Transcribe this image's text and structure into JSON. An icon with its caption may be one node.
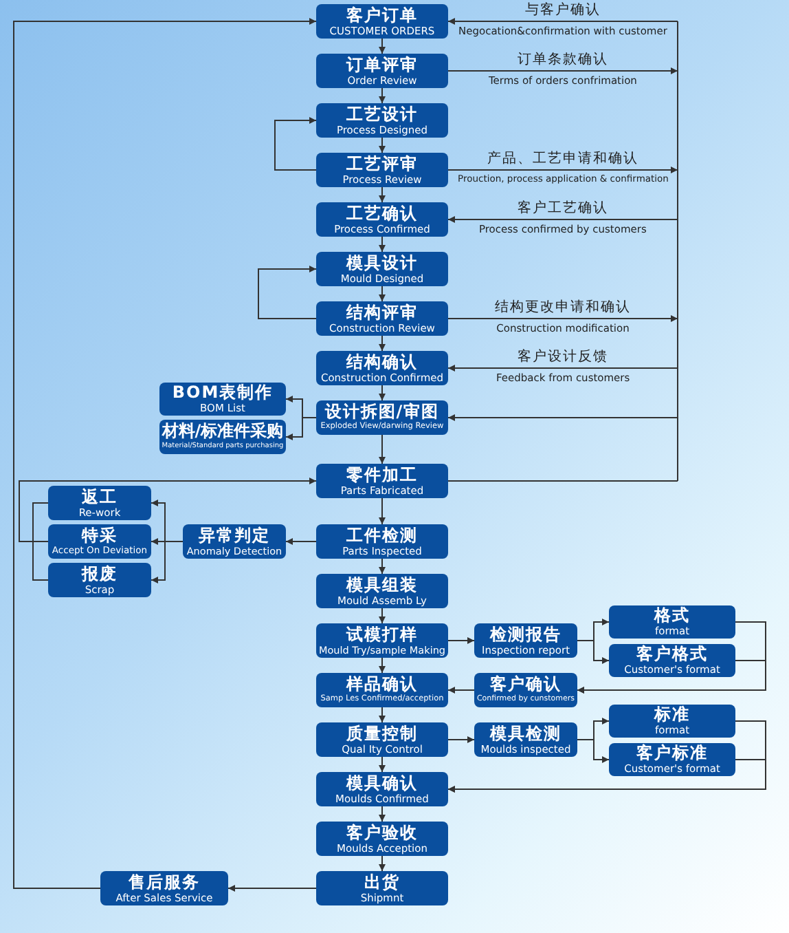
{
  "diagram": {
    "nodes": [
      {
        "text": [
          "客户订单",
          "CUSTOMER ORDERS"
        ]
      },
      {
        "text": [
          "订单评审",
          "Order Review"
        ]
      },
      {
        "text": [
          "工艺设计",
          "Process Designed"
        ]
      },
      {
        "text": [
          "工艺评审",
          "Process Review"
        ]
      },
      {
        "text": [
          "工艺确认",
          "Process Confirmed"
        ]
      },
      {
        "text": [
          "模具设计",
          "Mould Designed"
        ]
      },
      {
        "text": [
          "结构评审",
          "Construction Review"
        ]
      },
      {
        "text": [
          "结构确认",
          "Construction Confirmed"
        ]
      },
      {
        "text": [
          "设计拆图/审图",
          "Exploded View/darwing Review"
        ]
      },
      {
        "text": [
          "BOM表制作",
          "BOM List"
        ]
      },
      {
        "text": [
          "材料/标准件采购",
          "Material/Standard parts purchasing"
        ]
      },
      {
        "text": [
          "零件加工",
          "Parts Fabricated"
        ]
      },
      {
        "text": [
          "工件检测",
          "Parts Inspected"
        ]
      },
      {
        "text": [
          "异常判定",
          "Anomaly Detection"
        ]
      },
      {
        "text": [
          "返工",
          "Re-work"
        ]
      },
      {
        "text": [
          "特采",
          "Accept On Deviation"
        ]
      },
      {
        "text": [
          "报废",
          "Scrap"
        ]
      },
      {
        "text": [
          "模具组装",
          "Mould Assemb Ly"
        ]
      },
      {
        "text": [
          "试模打样",
          "Mould Try/sample Making"
        ]
      },
      {
        "text": [
          "检测报告",
          "Inspection report"
        ]
      },
      {
        "text": [
          "格式",
          "format"
        ]
      },
      {
        "text": [
          "客户格式",
          "Customer's format"
        ]
      },
      {
        "text": [
          "样品确认",
          "Samp Les Confirmed/acception"
        ]
      },
      {
        "text": [
          "客户确认",
          "Confirmed by cunstomers"
        ]
      },
      {
        "text": [
          "质量控制",
          "Qual Ity Control"
        ]
      },
      {
        "text": [
          "模具检测",
          "Moulds inspected"
        ]
      },
      {
        "text": [
          "标准",
          "format"
        ]
      },
      {
        "text": [
          "客户标准",
          "Customer's format"
        ]
      },
      {
        "text": [
          "模具确认",
          "Moulds Confirmed"
        ]
      },
      {
        "text": [
          "客户验收",
          "Moulds Acception"
        ]
      },
      {
        "text": [
          "出货",
          "Shipmnt"
        ]
      },
      {
        "text": [
          "售后服务",
          "After Sales Service"
        ]
      }
    ],
    "edges": [
      {
        "from": 0,
        "to": 1,
        "arrow": "to"
      },
      {
        "from": 1,
        "to": 2,
        "arrow": "to"
      },
      {
        "from": 2,
        "to": 3,
        "arrow": "to"
      },
      {
        "from": 3,
        "to": 4,
        "arrow": "to"
      },
      {
        "from": 4,
        "to": 5,
        "arrow": "to"
      },
      {
        "from": 5,
        "to": 6,
        "arrow": "to"
      },
      {
        "from": 6,
        "to": 7,
        "arrow": "to"
      },
      {
        "from": 7,
        "to": 8,
        "arrow": "to"
      },
      {
        "from": 8,
        "to": 11,
        "arrow": "to"
      },
      {
        "from": 11,
        "to": 12,
        "arrow": "to"
      },
      {
        "from": 12,
        "to": 17,
        "arrow": "to"
      },
      {
        "from": 17,
        "to": 18,
        "arrow": "to"
      },
      {
        "from": 18,
        "to": 22,
        "arrow": "to"
      },
      {
        "from": 22,
        "to": 24,
        "arrow": "to"
      },
      {
        "from": 24,
        "to": 28,
        "arrow": "to"
      },
      {
        "from": 28,
        "to": 29,
        "arrow": "to"
      },
      {
        "from": 29,
        "to": 30,
        "arrow": "to"
      },
      {
        "from": 30,
        "to": 31,
        "arrow": "to"
      },
      {
        "from": 31,
        "to": 0,
        "arrow": "to"
      },
      {
        "from": 3,
        "to": 2,
        "arrow": "to"
      },
      {
        "from": 6,
        "to": 5,
        "arrow": "to"
      },
      {
        "from": null,
        "to": 0,
        "arrow": "to",
        "label": "与客户确认 Negocation&confirmation with customer"
      },
      {
        "from": 1,
        "to": null,
        "arrow": "to",
        "label": "订单条款确认 Terms of orders confrimation"
      },
      {
        "from": 3,
        "to": null,
        "arrow": "to",
        "label": "产品、工艺申请和确认 Prouction, process application & confirmation"
      },
      {
        "from": null,
        "to": 4,
        "arrow": "to",
        "label": "客户工艺确认 Process confirmed by customers"
      },
      {
        "from": 6,
        "to": null,
        "arrow": "to",
        "label": "结构更改申请和确认 Construction modification"
      },
      {
        "from": null,
        "to": 7,
        "arrow": "to",
        "label": "客户设计反馈 Feedback from customers"
      },
      {
        "from": null,
        "to": 8,
        "arrow": "to"
      },
      {
        "from": 11,
        "to": null,
        "arrow": "none"
      },
      {
        "from": 8,
        "to": 9,
        "arrow": "to"
      },
      {
        "from": 8,
        "to": 10,
        "arrow": "to"
      },
      {
        "from": 12,
        "to": 13,
        "arrow": "to"
      },
      {
        "from": 13,
        "to": 14,
        "arrow": "to"
      },
      {
        "from": 13,
        "to": 15,
        "arrow": "to"
      },
      {
        "from": 13,
        "to": 16,
        "arrow": "to"
      },
      {
        "from": 15,
        "to": 11,
        "arrow": "to"
      },
      {
        "from": 14,
        "to": 16,
        "arrow": "none"
      },
      {
        "from": 18,
        "to": 19,
        "arrow": "to"
      },
      {
        "from": 19,
        "to": 20,
        "arrow": "to"
      },
      {
        "from": 19,
        "to": 21,
        "arrow": "to"
      },
      {
        "from": 20,
        "to": 23,
        "arrow": "to"
      },
      {
        "from": 21,
        "to": 23,
        "arrow": "to"
      },
      {
        "from": 23,
        "to": 22,
        "arrow": "to"
      },
      {
        "from": 24,
        "to": 25,
        "arrow": "to"
      },
      {
        "from": 25,
        "to": 26,
        "arrow": "to"
      },
      {
        "from": 25,
        "to": 27,
        "arrow": "to"
      },
      {
        "from": 26,
        "to": 28,
        "arrow": "to"
      },
      {
        "from": 27,
        "to": 28,
        "arrow": "to"
      }
    ]
  }
}
